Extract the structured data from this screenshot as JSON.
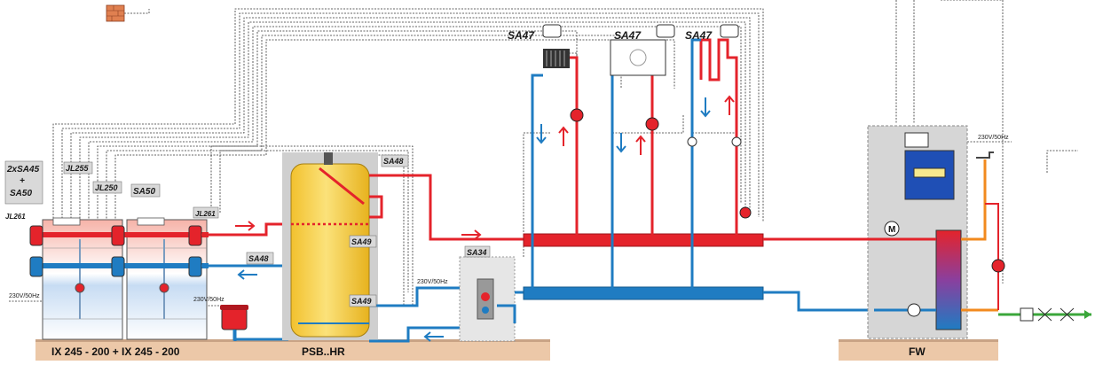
{
  "labels": {
    "twoxsa45": "2xSA45",
    "plus": "+",
    "sa50_left": "SA50",
    "jl255": "JL255",
    "jl250": "JL250",
    "sa50_mid": "SA50",
    "jl261_left": "JL261",
    "jl261_right": "JL261",
    "sa48_top": "SA48",
    "sa48_low": "SA48",
    "sa49_top": "SA49",
    "sa49_low": "SA49",
    "sa34": "SA34",
    "sa47_1": "SA47",
    "sa47_2": "SA47",
    "sa47_3": "SA47",
    "power_left": "230V/50Hz",
    "power_mid": "230V/50Hz",
    "power_sa34": "230V/50Hz",
    "power_fw": "230V/50Hz",
    "floor_boilers": "IX 245 - 200 + IX 245 - 200",
    "floor_tank": "PSB..HR",
    "floor_fw": "FW",
    "pump_motor": "M"
  },
  "colors": {
    "hot": "#e4232b",
    "cold": "#1f7cc2",
    "tank": "#f7d24a",
    "floor": "#ecc8a8",
    "fw_box": "#d6d6d6",
    "dhw": "#f28a1e",
    "supply": "#3aa63a"
  }
}
